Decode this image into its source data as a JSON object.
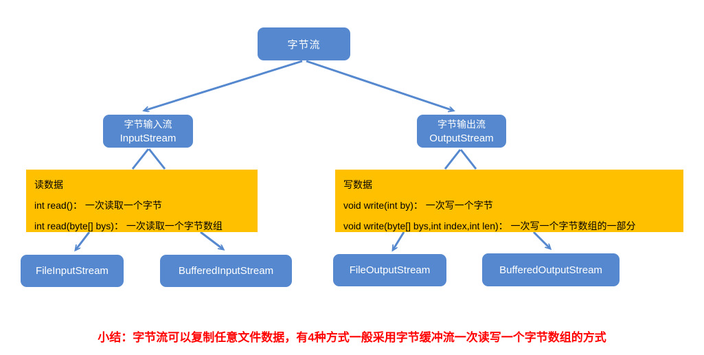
{
  "diagram": {
    "root": {
      "label": "字节流"
    },
    "input_stream": {
      "label_cn": "字节输入流",
      "label_en": "InputStream"
    },
    "output_stream": {
      "label_cn": "字节输出流",
      "label_en": "OutputStream"
    },
    "read_box": {
      "title": "读数据",
      "line1": "int read()： 一次读取一个字节",
      "line2": "int read(byte[] bys)： 一次读取一个字节数组"
    },
    "write_box": {
      "title": "写数据",
      "line1": "void write(int by)： 一次写一个字节",
      "line2": "void write(byte[] bys,int index,int len)： 一次写一个字节数组的一部分"
    },
    "leaves": {
      "file_input": "FileInputStream",
      "buffered_input": "BufferedInputStream",
      "file_output": "FileOutputStream",
      "buffered_output": "BufferedOutputStream"
    },
    "summary": "小结：字节流可以复制任意文件数据，有4种方式一般采用字节缓冲流一次读写一个字节数组的方式",
    "colors": {
      "node_blue": "#5588CE",
      "method_orange": "#FFC000",
      "summary_red": "#FF0000",
      "node_text": "#FFFFFF",
      "method_text": "#000000"
    }
  }
}
